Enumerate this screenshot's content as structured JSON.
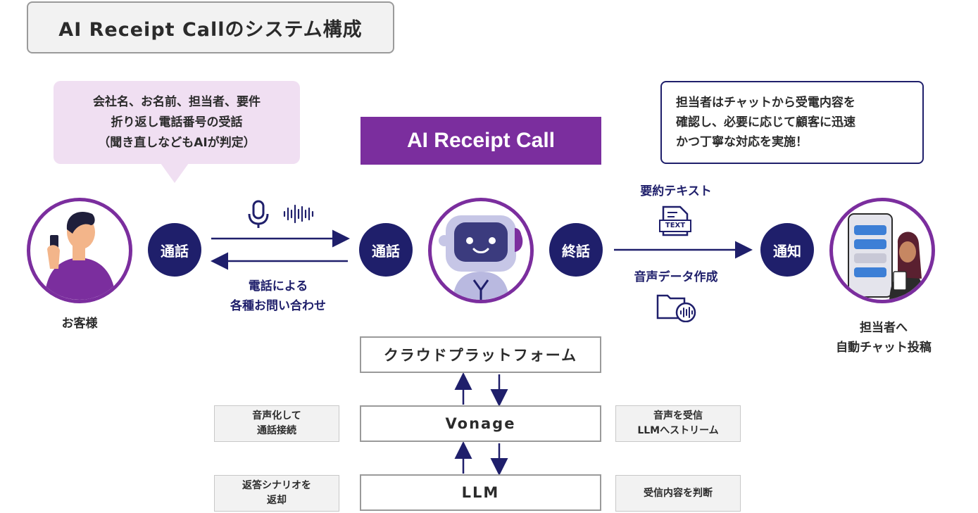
{
  "title": "AI Receipt Callのシステム構成",
  "bubble": {
    "lines": [
      "会社名、お名前、担当者、要件",
      "折り返し電話番号の受話",
      "（聞き直しなどもAIが判定）"
    ]
  },
  "banner": "AI Receipt Call",
  "note": {
    "lines": [
      "担当者はチャットから受電内容を",
      "確認し、必要に応じて顧客に迅速",
      "かつ丁寧な対応を実施！"
    ]
  },
  "customer": {
    "label": "お客様"
  },
  "steps": {
    "call_left": "通話",
    "call_right": "通話",
    "end_call": "終話",
    "notify": "通知"
  },
  "call_arrow_label": {
    "lines": [
      "電話による",
      "各種お問い合わせ"
    ]
  },
  "summary_text_label": "要約テキスト",
  "text_file_icon": "TEXT",
  "audio_data_label": "音声データ作成",
  "staff": {
    "lines": [
      "担当者へ",
      "自動チャット投稿"
    ]
  },
  "stack": {
    "cloud": "クラウドプラットフォーム",
    "vonage": "Vonage",
    "llm": "LLM"
  },
  "side_left": [
    {
      "lines": [
        "音声化して",
        "通話接続"
      ]
    },
    {
      "lines": [
        "返答シナリオを",
        "返却"
      ]
    }
  ],
  "side_right": [
    {
      "lines": [
        "音声を受信",
        "LLMへストリーム"
      ]
    },
    {
      "lines": [
        "受信内容を判断"
      ]
    }
  ],
  "icons": [
    "microphone-icon",
    "sound-wave-icon",
    "text-document-icon",
    "audio-folder-icon",
    "robot-icon",
    "customer-illustration",
    "staff-chat-illustration"
  ],
  "colors": {
    "purple": "#7b2e9e",
    "navy": "#1f1f6b",
    "bubble": "#f0dff2",
    "gray_box": "#f2f2f2"
  }
}
